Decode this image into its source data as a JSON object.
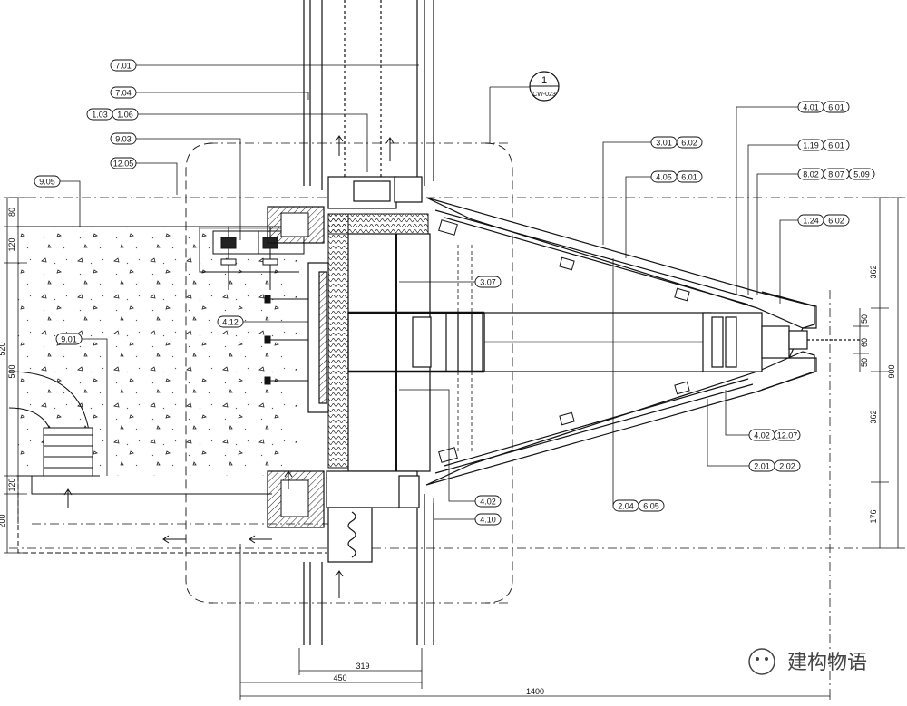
{
  "drawing": {
    "callout": {
      "number": "1",
      "sheet": "CW-023"
    },
    "tags_left": [
      {
        "id": "t1",
        "parts": [
          "7.01"
        ]
      },
      {
        "id": "t2",
        "parts": [
          "7.04"
        ]
      },
      {
        "id": "t3",
        "parts": [
          "1.03",
          "1.06"
        ]
      },
      {
        "id": "t4",
        "parts": [
          "9.03"
        ]
      },
      {
        "id": "t5",
        "parts": [
          "12.05"
        ]
      },
      {
        "id": "t6",
        "parts": [
          "9.05"
        ]
      },
      {
        "id": "t7",
        "parts": [
          "9.01"
        ]
      },
      {
        "id": "t8",
        "parts": [
          "4.12"
        ]
      }
    ],
    "tags_right": [
      {
        "id": "r1",
        "parts": [
          "4.01",
          "6.01"
        ]
      },
      {
        "id": "r2",
        "parts": [
          "3.01",
          "6.02"
        ]
      },
      {
        "id": "r3",
        "parts": [
          "1.19",
          "6.01"
        ]
      },
      {
        "id": "r4",
        "parts": [
          "4.05",
          "6.01"
        ]
      },
      {
        "id": "r5",
        "parts": [
          "8.02",
          "8.07",
          "5.09"
        ]
      },
      {
        "id": "r6",
        "parts": [
          "1.24",
          "6.02"
        ]
      },
      {
        "id": "r7",
        "parts": [
          "3.07"
        ]
      },
      {
        "id": "r8",
        "parts": [
          "4.02",
          "12.07"
        ]
      },
      {
        "id": "r9",
        "parts": [
          "2.01",
          "2.02"
        ]
      },
      {
        "id": "r10",
        "parts": [
          "4.02"
        ]
      },
      {
        "id": "r11",
        "parts": [
          "2.04",
          "6.05"
        ]
      },
      {
        "id": "r12",
        "parts": [
          "4.10"
        ]
      }
    ],
    "dims_left": [
      "80",
      "120",
      "520",
      "500",
      "120",
      "200"
    ],
    "dims_right": [
      "362",
      "900",
      "362",
      "176",
      "50",
      "60",
      "50"
    ],
    "dims_bottom": [
      "319",
      "450",
      "1400"
    ]
  },
  "watermark": {
    "text": "建构物语"
  },
  "colors": {
    "line": "#111111",
    "paper": "#ffffff",
    "wm_green": "#3a3a3a"
  }
}
